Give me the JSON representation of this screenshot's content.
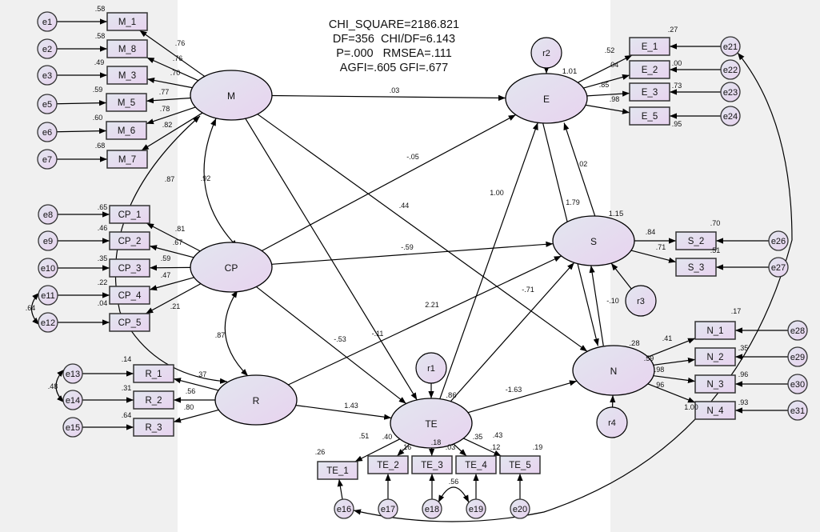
{
  "fit_stats": {
    "line1": "CHI_SQUARE=2186.821",
    "line2": "DF=356  CHI/DF=6.143",
    "line3": "P=.000   RMSEA=.111",
    "line4": "AGFI=.605 GFI=.677"
  },
  "colors": {
    "panel_white": "#ffffff",
    "panel_gray": "#f0f0f0",
    "node_fill_start": "#e2e6ef",
    "node_fill_end": "#e8d3ef",
    "stroke": "#000000"
  },
  "latents": [
    {
      "id": "M",
      "label": "M",
      "r2": ""
    },
    {
      "id": "CP",
      "label": "CP",
      "r2": ""
    },
    {
      "id": "R",
      "label": "R",
      "r2": ""
    },
    {
      "id": "TE",
      "label": "TE",
      "r2": ".86"
    },
    {
      "id": "E",
      "label": "E",
      "r2": "1.01"
    },
    {
      "id": "S",
      "label": "S",
      "r2": "1.15"
    },
    {
      "id": "N",
      "label": "N",
      "r2": ".28"
    }
  ],
  "residuals": [
    "r1",
    "r2",
    "r3",
    "r4"
  ],
  "indicators": [
    {
      "name": "M_1",
      "latent": "M",
      "loading": ".76",
      "r2": ".58",
      "error": "e1"
    },
    {
      "name": "M_8",
      "latent": "M",
      "loading": ".76",
      "r2": ".58",
      "error": "e2"
    },
    {
      "name": "M_3",
      "latent": "M",
      "loading": ".70",
      "r2": ".49",
      "error": "e3"
    },
    {
      "name": "M_5",
      "latent": "M",
      "loading": ".77",
      "r2": ".59",
      "error": "e5"
    },
    {
      "name": "M_6",
      "latent": "M",
      "loading": ".78",
      "r2": ".60",
      "error": "e6"
    },
    {
      "name": "M_7",
      "latent": "M",
      "loading": ".82",
      "r2": ".68",
      "error": "e7"
    },
    {
      "name": "CP_1",
      "latent": "CP",
      "loading": ".81",
      "r2": ".65",
      "error": "e8"
    },
    {
      "name": "CP_2",
      "latent": "CP",
      "loading": ".67",
      "r2": ".46",
      "error": "e9"
    },
    {
      "name": "CP_3",
      "latent": "CP",
      "loading": ".59",
      "r2": ".35",
      "error": "e10"
    },
    {
      "name": "CP_4",
      "latent": "CP",
      "loading": ".47",
      "r2": ".22",
      "error": "e11"
    },
    {
      "name": "CP_5",
      "latent": "CP",
      "loading": ".21",
      "r2": ".04",
      "error": "e12"
    },
    {
      "name": "R_1",
      "latent": "R",
      "loading": ".37",
      "r2": ".14",
      "error": "e13"
    },
    {
      "name": "R_2",
      "latent": "R",
      "loading": ".56",
      "r2": ".31",
      "error": "e14"
    },
    {
      "name": "R_3",
      "latent": "R",
      "loading": ".80",
      "r2": ".64",
      "error": "e15"
    },
    {
      "name": "TE_1",
      "latent": "TE",
      "loading": ".51",
      "r2": ".26",
      "error": "e16"
    },
    {
      "name": "TE_2",
      "latent": "TE",
      "loading": ".40",
      "r2": ".16",
      "error": "e17"
    },
    {
      "name": "TE_3",
      "latent": "TE",
      "loading": ".18",
      "r2": ".03",
      "error": "e18"
    },
    {
      "name": "TE_4",
      "latent": "TE",
      "loading": ".35",
      "r2": ".12",
      "error": "e19"
    },
    {
      "name": "TE_5",
      "latent": "TE",
      "loading": ".43",
      "r2": ".19",
      "error": "e20"
    },
    {
      "name": "E_1",
      "latent": "E",
      "loading": ".52",
      "r2": ".27",
      "error": "e21"
    },
    {
      "name": "E_2",
      "latent": "E",
      "loading": ".04",
      "r2": ".00",
      "error": "e22"
    },
    {
      "name": "E_3",
      "latent": "E",
      "loading": ".85",
      "r2": ".73",
      "error": "e23"
    },
    {
      "name": "E_5",
      "latent": "E",
      "loading": ".98",
      "r2": ".95",
      "error": "e24"
    },
    {
      "name": "S_2",
      "latent": "S",
      "loading": ".84",
      "r2": ".70",
      "error": "e26"
    },
    {
      "name": "S_3",
      "latent": "S",
      "loading": ".71",
      "r2": ".51",
      "error": "e27"
    },
    {
      "name": "N_1",
      "latent": "N",
      "loading": ".41",
      "r2": ".17",
      "error": "e28"
    },
    {
      "name": "N_2",
      "latent": "N",
      "loading": ".59",
      "r2": ".35",
      "error": "e29"
    },
    {
      "name": "N_3",
      "latent": "N",
      "loading": ".98",
      "r2": ".96",
      "error": "e30"
    },
    {
      "name": "N_4",
      "latent": "N",
      "loading": ".96",
      "r2": ".93",
      "error": "e31"
    }
  ],
  "structural_paths": [
    {
      "from": "M",
      "to": "E",
      "coef": ".03"
    },
    {
      "from": "M",
      "to": "N",
      "coef": ".44"
    },
    {
      "from": "M",
      "to": "TE",
      "coef": "-.11"
    },
    {
      "from": "CP",
      "to": "E",
      "coef": "-.05"
    },
    {
      "from": "CP",
      "to": "S",
      "coef": "-.59"
    },
    {
      "from": "CP",
      "to": "TE",
      "coef": "-.53"
    },
    {
      "from": "R",
      "to": "S",
      "coef": "2.21"
    },
    {
      "from": "R",
      "to": "TE",
      "coef": "1.43"
    },
    {
      "from": "TE",
      "to": "E",
      "coef": "1.00"
    },
    {
      "from": "TE",
      "to": "S",
      "coef": "-.71"
    },
    {
      "from": "TE",
      "to": "N",
      "coef": "-1.63"
    },
    {
      "from": "S",
      "to": "E",
      "coef": ".02"
    },
    {
      "from": "E",
      "to": "N",
      "coef": "1.79"
    },
    {
      "from": "N",
      "to": "S",
      "coef": "-.10"
    }
  ],
  "covariances": [
    {
      "a": "M",
      "b": "CP",
      "value": ".92"
    },
    {
      "a": "M",
      "b": "R",
      "value": ".87"
    },
    {
      "a": "CP",
      "b": "R",
      "value": ".87"
    },
    {
      "a": "e11",
      "b": "e12",
      "value": ".64"
    },
    {
      "a": "e13",
      "b": "e14",
      "value": ".48"
    },
    {
      "a": "e18",
      "b": "e19",
      "value": ".56"
    },
    {
      "a": "e16",
      "b": "e21",
      "value": "1.00"
    }
  ]
}
